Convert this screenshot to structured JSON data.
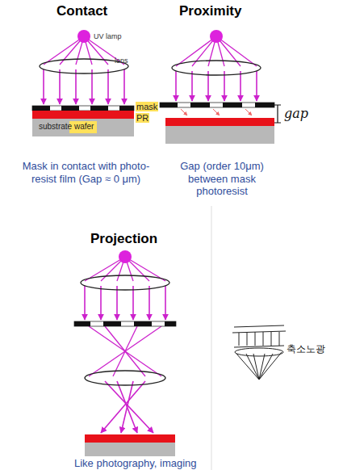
{
  "diagram": {
    "labels": [
      "Contact",
      "Proximity",
      "UV lamp",
      "lens",
      "mask",
      "PR",
      "substrate wafer",
      "Mask in contact with photo-resist film (Gap ≈ 0 μm)",
      "Gap (order 10μm) between mask photoresist",
      "gap",
      "Projection",
      "Like photography, imaging",
      "축소노광"
    ]
  }
}
